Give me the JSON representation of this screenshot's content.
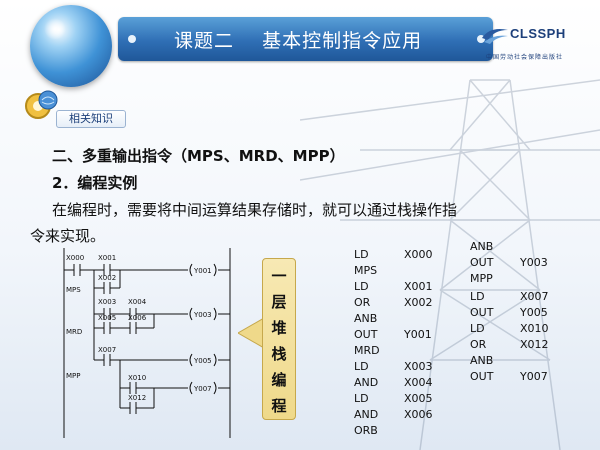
{
  "header": {
    "title": "课题二    基本控制指令应用"
  },
  "logo": {
    "text": "CLSSPH",
    "subtitle": "中国劳动社会保障出版社"
  },
  "section_tag": {
    "label": "相关知识"
  },
  "content": {
    "heading1": "二、多重输出指令（MPS、MRD、MPP）",
    "heading2": "2．编程实例",
    "para_line1": "在编程时，需要将中间运算结果存储时，就可以通过栈操作指",
    "para_line2": "令来实现。"
  },
  "ladder": {
    "contacts": [
      "X000",
      "X001",
      "X002",
      "X003",
      "X004",
      "X005",
      "X006",
      "X007",
      "X010",
      "X012"
    ],
    "coils": [
      "Y001",
      "Y003",
      "Y005",
      "Y007"
    ],
    "stack_labels": [
      "MPS",
      "MRD",
      "MPP"
    ]
  },
  "callout": {
    "chars": [
      "一",
      "层",
      "堆",
      "栈",
      "编",
      "程"
    ]
  },
  "program_left": [
    {
      "op": "LD",
      "arg": "X000"
    },
    {
      "op": "MPS",
      "arg": ""
    },
    {
      "op": "LD",
      "arg": "X001"
    },
    {
      "op": "OR",
      "arg": "X002"
    },
    {
      "op": "ANB",
      "arg": ""
    },
    {
      "op": "OUT",
      "arg": "Y001"
    },
    {
      "op": "MRD",
      "arg": ""
    },
    {
      "op": "LD",
      "arg": "X003"
    },
    {
      "op": "AND",
      "arg": "X004"
    },
    {
      "op": "LD",
      "arg": "X005"
    },
    {
      "op": "AND",
      "arg": "X006"
    },
    {
      "op": "ORB",
      "arg": ""
    }
  ],
  "program_right": [
    {
      "op": "ANB",
      "arg": ""
    },
    {
      "op": "OUT",
      "arg": "Y003"
    },
    {
      "op": "MPP",
      "arg": ""
    },
    {
      "op": "LD",
      "arg": "X007"
    },
    {
      "op": "OUT",
      "arg": "Y005"
    },
    {
      "op": "LD",
      "arg": "X010"
    },
    {
      "op": "OR",
      "arg": "X012"
    },
    {
      "op": "ANB",
      "arg": ""
    },
    {
      "op": "OUT",
      "arg": "Y007"
    }
  ]
}
